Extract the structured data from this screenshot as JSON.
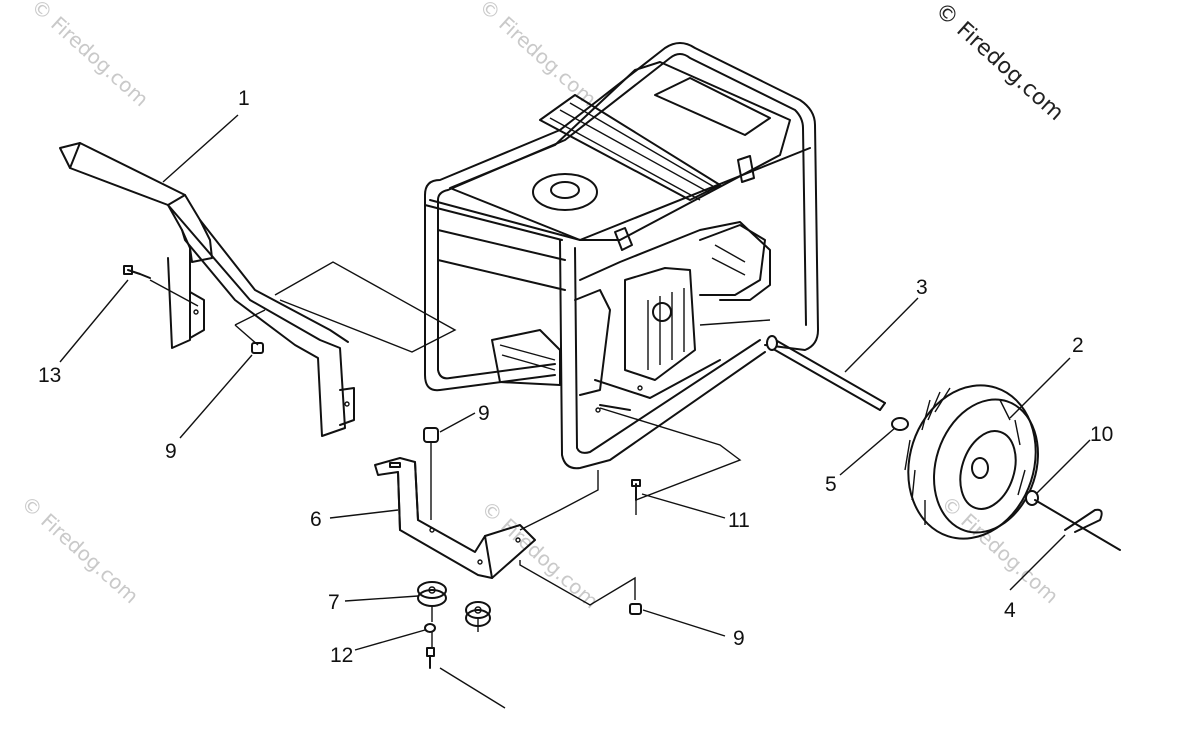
{
  "watermark": {
    "text": "© Firedog.com"
  },
  "callouts": [
    {
      "id": "1",
      "label": "1"
    },
    {
      "id": "2",
      "label": "2"
    },
    {
      "id": "3",
      "label": "3"
    },
    {
      "id": "4",
      "label": "4"
    },
    {
      "id": "5",
      "label": "5"
    },
    {
      "id": "6",
      "label": "6"
    },
    {
      "id": "7",
      "label": "7"
    },
    {
      "id": "9a",
      "label": "9"
    },
    {
      "id": "9b",
      "label": "9"
    },
    {
      "id": "9c",
      "label": "9"
    },
    {
      "id": "10",
      "label": "10"
    },
    {
      "id": "11",
      "label": "11"
    },
    {
      "id": "12",
      "label": "12"
    },
    {
      "id": "13",
      "label": "13"
    }
  ]
}
